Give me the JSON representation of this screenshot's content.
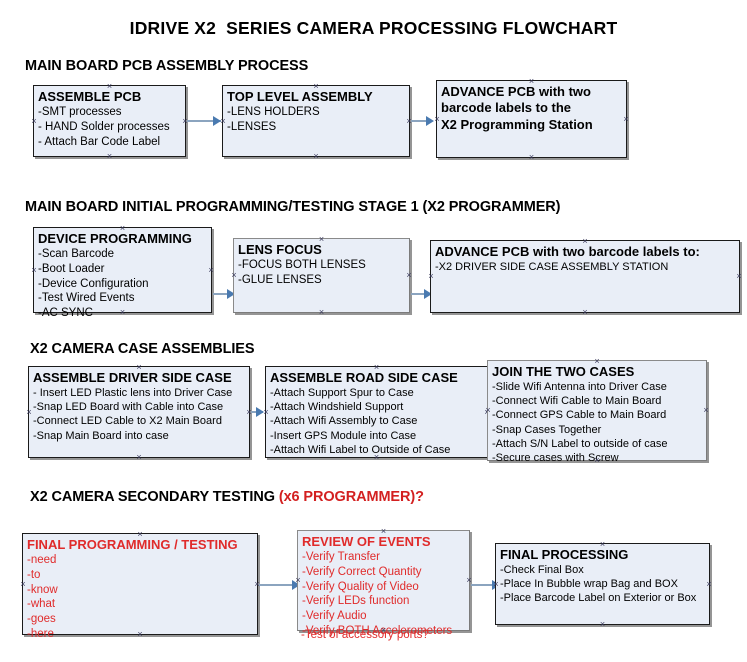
{
  "document": {
    "title": "IDRIVE X2  SERIES CAMERA PROCESSING FLOWCHART"
  },
  "colors": {
    "node_fill": "#e9eef7",
    "node_border": "#1a1a1a",
    "connector": "#8ba4bf",
    "arrowhead": "#4a7ab0",
    "accent_red": "#e02b2b"
  },
  "sections": [
    {
      "id": "main-board-pcb-assembly",
      "heading": "MAIN BOARD PCB ASSEMBLY PROCESS",
      "heading_accent": "",
      "nodes": [
        {
          "id": "assemble-pcb",
          "title": "ASSEMBLE PCB",
          "lines": [
            "-SMT processes",
            "- HAND Solder processes",
            "- Attach Bar Code Label"
          ]
        },
        {
          "id": "top-level-assembly",
          "title": "TOP LEVEL ASSEMBLY",
          "lines": [
            "-LENS HOLDERS",
            "-LENSES"
          ]
        },
        {
          "id": "advance-pcb-to-x2-programming-station",
          "title": "ADVANCE PCB with two",
          "lines": [
            "barcode labels to the",
            " X2 Programming Station"
          ]
        }
      ]
    },
    {
      "id": "main-board-initial-programming",
      "heading": "MAIN BOARD INITIAL PROGRAMMING/TESTING STAGE 1 (X2 PROGRAMMER)",
      "heading_accent": "",
      "nodes": [
        {
          "id": "device-programming",
          "title": "DEVICE PROGRAMMING",
          "lines": [
            "-Scan Barcode",
            "-Boot Loader",
            "-Device Configuration",
            "-Test Wired Events",
            "-AC SYNC"
          ]
        },
        {
          "id": "lens-focus",
          "title": "LENS FOCUS",
          "lines": [
            "-FOCUS BOTH LENSES",
            "-GLUE LENSES"
          ]
        },
        {
          "id": "advance-pcb-to-driver-side-case-station",
          "title": "ADVANCE PCB with two barcode labels to:",
          "lines": [
            "-X2 DRIVER  SIDE  CASE  ASSEMBLY STATION"
          ]
        }
      ]
    },
    {
      "id": "x2-camera-case-assemblies",
      "heading": "X2 CAMERA CASE ASSEMBLIES",
      "heading_accent": "",
      "nodes": [
        {
          "id": "assemble-driver-side-case",
          "title": "ASSEMBLE DRIVER SIDE CASE",
          "lines": [
            "- Insert LED Plastic lens into Driver Case",
            "-Snap LED Board with Cable into Case",
            "-Connect LED Cable to X2 Main Board",
            "-Snap Main Board into case"
          ]
        },
        {
          "id": "assemble-road-side-case",
          "title": "ASSEMBLE ROAD SIDE CASE",
          "lines": [
            "-Attach Support Spur to Case",
            "-Attach Windshield Support",
            "-Attach Wifi Assembly to Case",
            "-Insert GPS Module into Case",
            "-Attach Wifi Label to Outside of Case"
          ]
        },
        {
          "id": "join-the-two-cases",
          "title": "JOIN THE TWO CASES",
          "lines": [
            "-Slide Wifi Antenna into Driver Case",
            "-Connect Wifi Cable to Main Board",
            "-Connect GPS Cable to Main Board",
            "-Snap Cases Together",
            "-Attach S/N Label to outside of case",
            "-Secure cases with Screw"
          ]
        }
      ]
    },
    {
      "id": "x2-camera-secondary-testing",
      "heading": "X2 CAMERA SECONDARY TESTING ",
      "heading_accent": "(x6 PROGRAMMER)?",
      "nodes": [
        {
          "id": "final-programming-testing",
          "title": "FINAL PROGRAMMING / TESTING",
          "lines": [
            "-need",
            "-to",
            "-know",
            "-what",
            "-goes",
            "-here"
          ]
        },
        {
          "id": "review-of-events",
          "title": "REVIEW OF EVENTS",
          "lines": [
            "-Verify Transfer",
            "-Verify Correct Quantity",
            "-Verify Quality of Video",
            "-Verify LEDs function",
            "-Verify Audio",
            "-Verify BOTH Accelerometers"
          ],
          "overflow_line": "-Test of accessory ports?"
        },
        {
          "id": "final-processing",
          "title": "FINAL PROCESSING",
          "lines": [
            " -Check Final Box",
            "-Place In Bubble wrap Bag and BOX",
            "-Place Barcode Label on Exterior or Box"
          ]
        }
      ]
    }
  ]
}
